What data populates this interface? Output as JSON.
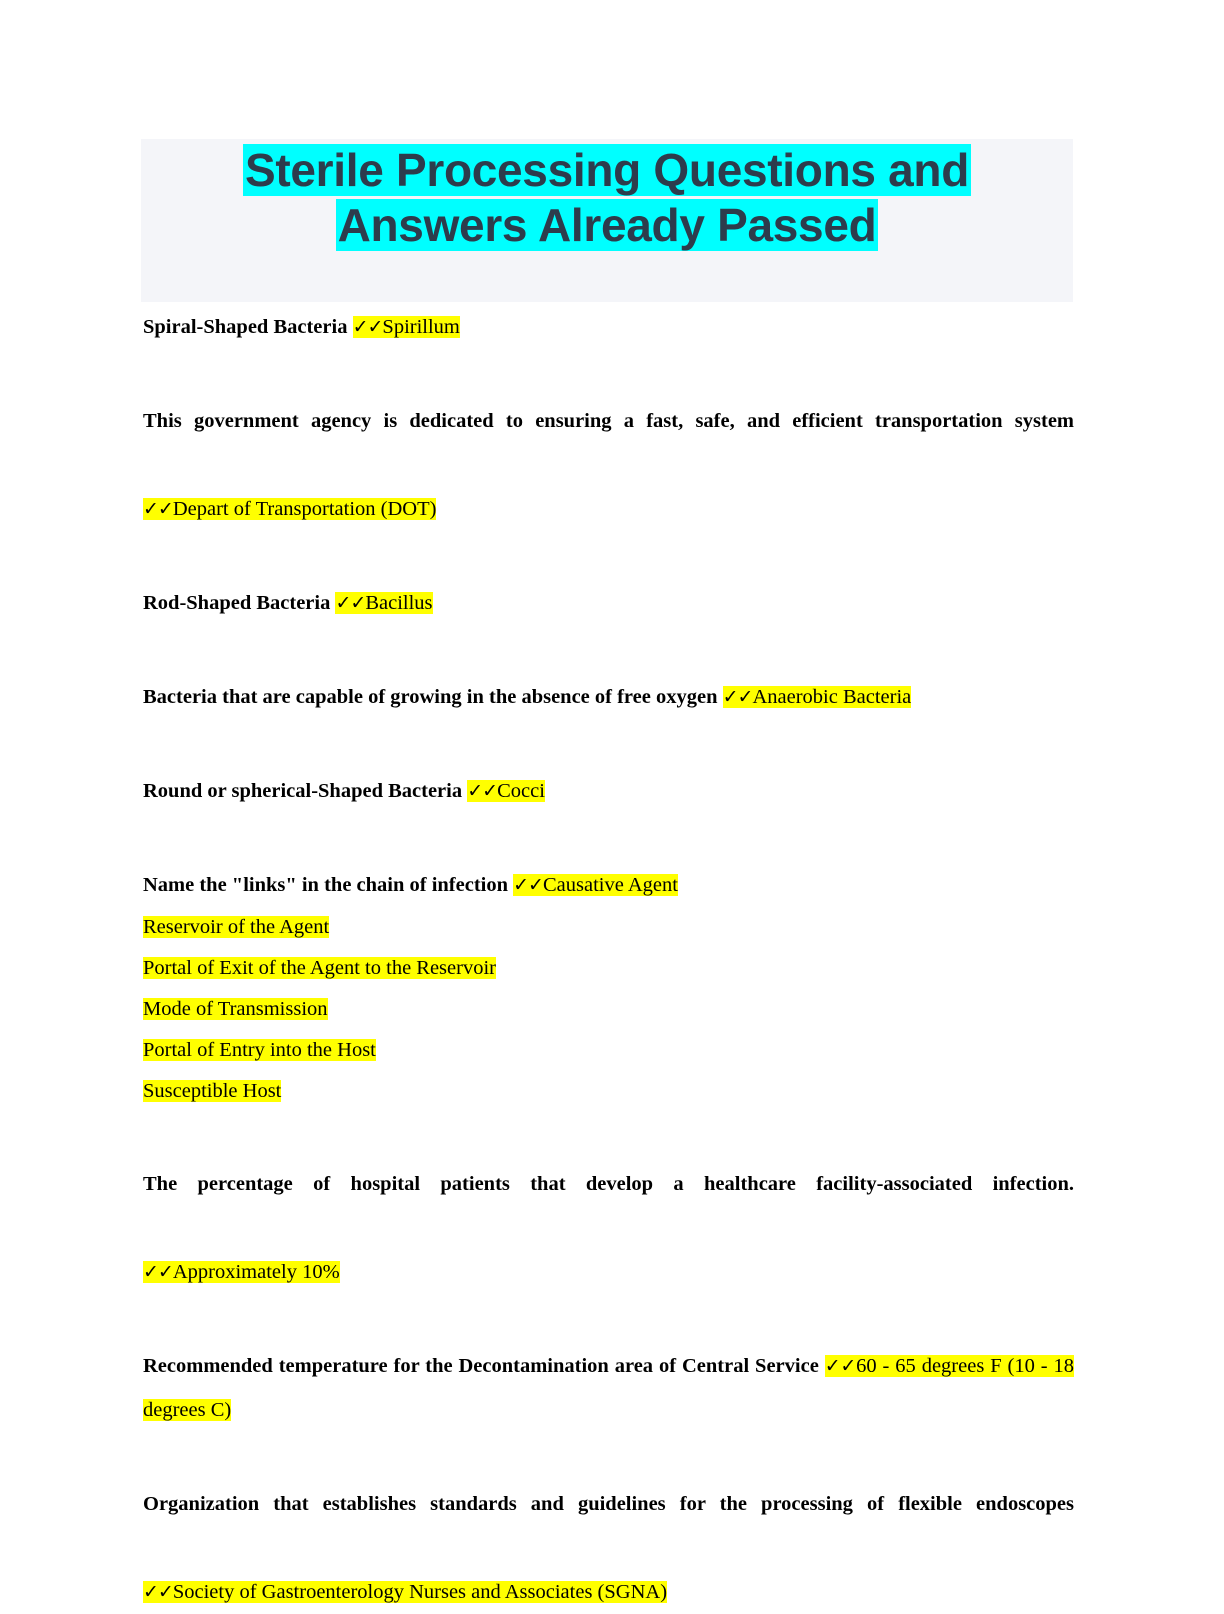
{
  "document": {
    "title_line_1": "Sterile Processing Questions and",
    "title_line_2": "Answers Already Passed",
    "title_highlight_color": "#00ffff",
    "title_text_color": "#2d3c4c",
    "header_background_color": "#f4f5f9",
    "answer_highlight_color": "#ffff00",
    "page_background_color": "#ffffff",
    "check_marks": "✓✓"
  },
  "entries": [
    {
      "question": "Spiral-Shaped Bacteria ",
      "answer": "Spirillum",
      "justified": false,
      "answer_on_new_line": false,
      "extra_answers": []
    },
    {
      "question": "This government agency is dedicated to ensuring a fast, safe, and efficient transportation system",
      "answer": "Depart of Transportation (DOT)",
      "justified": true,
      "answer_on_new_line": true,
      "extra_answers": []
    },
    {
      "question": "Rod-Shaped Bacteria ",
      "answer": "Bacillus",
      "justified": false,
      "answer_on_new_line": false,
      "extra_answers": []
    },
    {
      "question": "Bacteria that are capable of growing in the absence of free oxygen ",
      "answer": "Anaerobic Bacteria",
      "justified": false,
      "answer_on_new_line": false,
      "extra_answers": []
    },
    {
      "question": "Round or spherical-Shaped Bacteria ",
      "answer": "Cocci",
      "justified": false,
      "answer_on_new_line": false,
      "extra_answers": []
    },
    {
      "question": "Name the \"links\" in the chain of infection ",
      "answer": "Causative Agent",
      "justified": false,
      "answer_on_new_line": false,
      "extra_answers": [
        "Reservoir of the Agent",
        "Portal of Exit of the Agent to the Reservoir",
        "Mode of Transmission",
        "Portal of Entry into the Host",
        "Susceptible Host"
      ]
    },
    {
      "question": "The percentage of hospital patients that develop a healthcare facility-associated infection.",
      "answer": "Approximately 10%",
      "justified": true,
      "answer_on_new_line": true,
      "extra_answers": []
    },
    {
      "question": "Recommended temperature for the Decontamination area of Central Service ",
      "answer": "60 - 65 degrees F (10 - 18 degrees C)",
      "justified": false,
      "answer_on_new_line": false,
      "extra_answers": []
    },
    {
      "question": "Organization that establishes standards and guidelines for the processing of flexible endoscopes",
      "answer": "Society of Gastroenterology Nurses and Associates (SGNA)",
      "justified": true,
      "answer_on_new_line": true,
      "extra_answers": []
    }
  ]
}
